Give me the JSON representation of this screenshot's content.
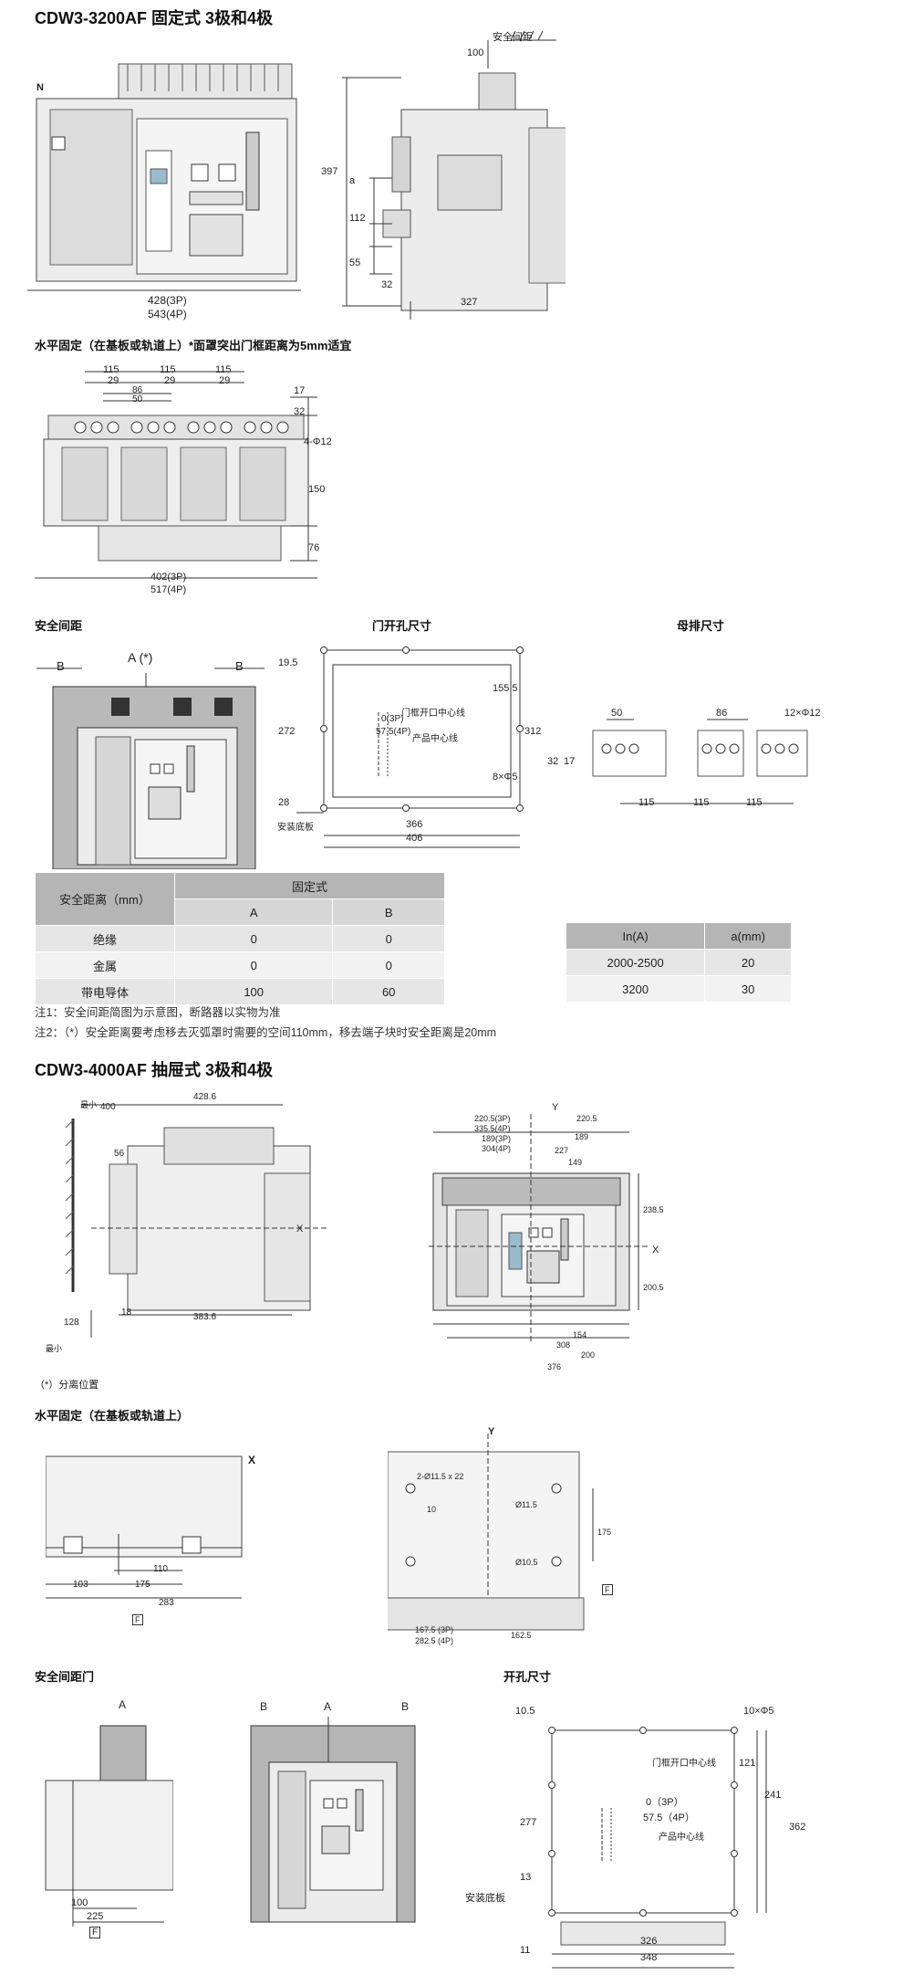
{
  "sec1": {
    "title": "CDW3-3200AF 固定式 3极和4极",
    "front": {
      "w3p": "428(3P)",
      "w4p": "543(4P)",
      "n": "N"
    },
    "side": {
      "clear": "安全间距",
      "d100": "100",
      "d397": "397",
      "a": "a",
      "d112": "112",
      "d55": "55",
      "d32": "32",
      "d327": "327"
    },
    "mount_title": "水平固定（在基板或轨道上）*面罩突出门框距离为5mm适宜",
    "mount": {
      "d115": "115",
      "d29": "29",
      "d86": "86",
      "d50": "50",
      "d17": "17",
      "d32": "32",
      "d4p12": "4-Φ12",
      "d150": "150",
      "d76": "76",
      "w3p": "402(3P)",
      "w4p": "517(4P)"
    },
    "clear_title": "安全间距",
    "clear": {
      "b": "B",
      "a": "A (*)"
    },
    "cut_title": "门开孔尺寸",
    "cut": {
      "d195": "19.5",
      "d272": "272",
      "d28": "28",
      "d1555": "155.5",
      "d312": "312",
      "d8p5": "8×Φ5",
      "d366": "366",
      "d406": "406",
      "c1": "门框开口中心线",
      "c2": "0(3P)",
      "c3": "57.5(4P)",
      "c4": "产品中心线",
      "base": "安装底板"
    },
    "bus_title": "母排尺寸",
    "bus": {
      "d50": "50",
      "d86": "86",
      "d12p12": "12×Φ12",
      "d32": "32",
      "d17": "17",
      "d115": "115"
    },
    "table1": {
      "head": "安全距离（mm）",
      "group": "固定式",
      "ca": "A",
      "cb": "B",
      "rows": [
        {
          "name": "绝缘",
          "a": "0",
          "b": "0"
        },
        {
          "name": "金属",
          "a": "0",
          "b": "0"
        },
        {
          "name": "带电导体",
          "a": "100",
          "b": "60"
        }
      ]
    },
    "table2": {
      "h1": "In(A)",
      "h2": "a(mm)",
      "rows": [
        {
          "in": "2000-2500",
          "a": "20"
        },
        {
          "in": "3200",
          "a": "30"
        }
      ]
    },
    "note1": "注1：安全间距简图为示意图，断路器以实物为准",
    "note2": "注2：（*）安全距离要考虑移去灭弧罩时需要的空间110mm，移去端子块时安全距离是20mm"
  },
  "sec2": {
    "title": "CDW3-4000AF 抽屉式 3极和4极",
    "side": {
      "min": "最小",
      "d400": "400",
      "d4286": "428.6",
      "d56": "56",
      "x": "X",
      "d128": "128",
      "d18": "18",
      "d3836": "383.6",
      "note": "（*）分离位置"
    },
    "front": {
      "y": "Y",
      "l1": "220.5(3P)",
      "l2": "335.5(4P)",
      "l3": "189(3P)",
      "l4": "304(4P)",
      "r1": "220.5",
      "r2": "189",
      "r3": "227",
      "r4": "149",
      "d2385": "238.5",
      "d2005": "200.5",
      "x": "X",
      "b1": "154",
      "b2": "308",
      "b3": "200",
      "b4": "376"
    },
    "mount_title": "水平固定（在基板或轨道上）",
    "mount": {
      "x": "X",
      "d110": "110",
      "d103": "103",
      "d175": "175",
      "d283": "283",
      "f": "F",
      "y": "Y",
      "h1": "2-Ø11.5 x 22",
      "d10": "10",
      "h2": "Ø11.5",
      "h3": "Ø10.5",
      "v175": "175",
      "w1": "167.5 (3P)",
      "w2": "282.5 (4P)",
      "w3": "162.5"
    },
    "door_title": "安全间距门",
    "door": {
      "a": "A",
      "b": "B",
      "d100": "100",
      "d225": "225",
      "f": "F"
    },
    "cut_title": "开孔尺寸",
    "cut": {
      "d105": "10.5",
      "d10p5": "10×Φ5",
      "c1": "门框开口中心线",
      "d121": "121",
      "d241": "241",
      "d362": "362",
      "d277": "277",
      "c2": "0（3P）",
      "c3": "57.5（4P）",
      "c4": "产品中心线",
      "d13": "13",
      "base": "安装底板",
      "d11": "11",
      "d326": "326",
      "d348": "348"
    }
  }
}
